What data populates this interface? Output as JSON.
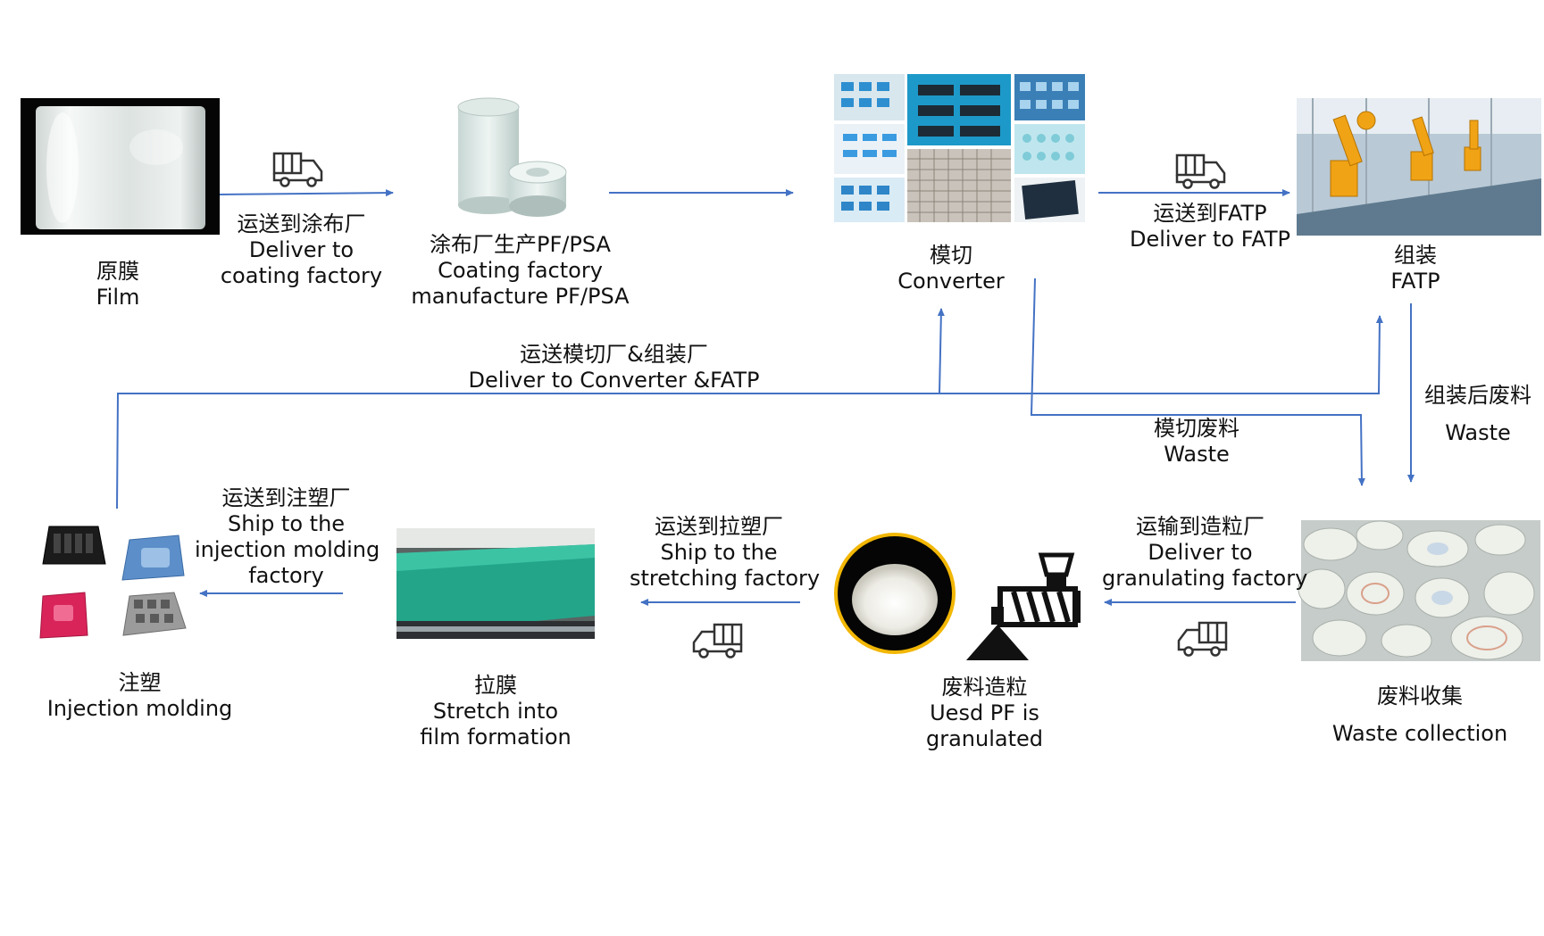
{
  "nodes": {
    "film": {
      "cn": "原膜",
      "en": "Film"
    },
    "coating": {
      "cn": "涂布厂生产PF/PSA",
      "en1": "Coating factory",
      "en2": "manufacture PF/PSA"
    },
    "converter": {
      "cn": "模切",
      "en": "Converter"
    },
    "fatp": {
      "cn": "组装",
      "en": "FATP"
    },
    "waste_collection": {
      "cn": "废料收集",
      "en": "Waste collection"
    },
    "granulate": {
      "cn": "废料造粒",
      "en1": "Uesd PF is",
      "en2": "granulated"
    },
    "stretch": {
      "cn": "拉膜",
      "en1": "Stretch into",
      "en2": "film formation"
    },
    "injection": {
      "cn": "注塑",
      "en": "Injection molding"
    }
  },
  "edges": {
    "to_coating": {
      "cn": "运送到涂布厂",
      "en1": "Deliver to",
      "en2": "coating factory"
    },
    "to_fatp": {
      "cn": "运送到FATP",
      "en": "Deliver to FATP"
    },
    "to_converter_fatp": {
      "cn": "运送模切厂&组装厂",
      "en": "Deliver to Converter &FATP"
    },
    "converter_waste": {
      "cn": "模切废料",
      "en": "Waste"
    },
    "fatp_waste": {
      "cn": "组装后废料",
      "en": "Waste"
    },
    "to_granulating": {
      "cn": "运输到造粒厂",
      "en1": "Deliver to",
      "en2": "granulating factory"
    },
    "to_stretching": {
      "cn": "运送到拉塑厂",
      "en1": "Ship to the",
      "en2": "stretching factory"
    },
    "to_injection": {
      "cn": "运送到注塑厂",
      "en1": "Ship to the",
      "en2": "injection molding",
      "en3": "factory"
    }
  },
  "colors": {
    "arrow": "#4472c4",
    "granule_ring": "#f2b705"
  },
  "icons": [
    "truck-icon",
    "extruder-icon"
  ]
}
